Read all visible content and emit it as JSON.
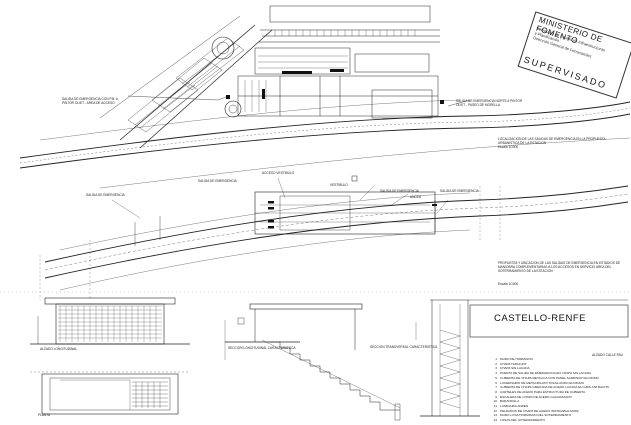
{
  "stamp": {
    "title": "MINISTERIO DE FOMENTO",
    "line1": "Secretaría de Estado de Infraestructuras",
    "line2": "y Planificación",
    "line3": "Dirección General de Ferrocarriles",
    "supervised": "SUPERVISADO"
  },
  "site_plan": {
    "exit_west": "SALIDA DE EMERGENCIA CON P.B. A PINTOR OLIET - AREA DE ACCESO",
    "exit_east": "SALIDA DE EMERGENCIA NORTE A PINTOR OLIET - PASEO DE MORELLA",
    "caption": "LOCALIZACION DE LAS SALIDAS DE EMERGENCIA EN LA PROPUESTA URBANISTICA DE LA ESTACION",
    "scale": "Escala 1/1000"
  },
  "track_plan": {
    "callouts": [
      "SALIDA DE EMERGENCIA",
      "SALIDA DE EMERGENCIA",
      "ACCESO VESTIBULO",
      "VESTIBULO",
      "SALIDA DE EMERGENCIA",
      "ANDEN",
      "SALIDA DE EMERGENCIA"
    ],
    "caption": "PROPUESTA Y UBICACION DE LAS SALIDAS DE EMERGENCIA EN ESTADIOS DE MANIOBRA COMPLEMENTARIAS A LOS ACCESOS EN SERVICIO AREA DEL SOTERRAMIENTO DE LA ESTACION",
    "scale": "Escala 1/1000"
  },
  "details": {
    "alzado": "ALZADO LONGITUDINAL",
    "planta": "PLANTA",
    "seccion1": "SECCION LONGITUDINAL CARACTERISTICA",
    "seccion2": "SECCION TRANSVERSAL CARACTERISTICA",
    "alzado2": "ALZADO CALLE PAU"
  },
  "station_name": "CASTELLO-RENFE",
  "legend": [
    {
      "n": "1",
      "t": "MURO DE HORMIGON"
    },
    {
      "n": "2",
      "t": "CHAPA TAPAJUNT"
    },
    {
      "n": "3",
      "t": "CHAPA SIN LACADA"
    },
    {
      "n": "4",
      "t": "PUERTA DE SALIDA DE EMERGENCIA EN CHAPA SIN LACADA"
    },
    {
      "n": "5",
      "t": "CUBIERTA DE CHAPA METALICA CON PANEL SANDWICH EN MURO"
    },
    {
      "n": "6",
      "t": "LUCERNARIO DE METACRILATO TRASLUCIDO EN MURO"
    },
    {
      "n": "7",
      "t": "CUBIERTA DE CHAPA GRECADA DE ACERO LACADA EN GRIS ANTRACITA"
    },
    {
      "n": "8",
      "t": "CARTELES DE ACERO PARA ESTRUCTURA DE CUBIERTA"
    },
    {
      "n": "9",
      "t": "ESCALERA DE CHAPA DE ACERO GALVANIZADO"
    },
    {
      "n": "10",
      "t": "BARANDILLA"
    },
    {
      "n": "11",
      "t": "LUMINARIA ANDEN"
    },
    {
      "n": "12",
      "t": "PELDAÑOS DE CHAPA DE ACERO INOXIDABLE MATE"
    },
    {
      "n": "13",
      "t": "MURO LOSA HORMIGON DEL SOTERRAMIENTO"
    },
    {
      "n": "14",
      "t": "LOSAS DEL SOTERRAMIENTO"
    }
  ]
}
